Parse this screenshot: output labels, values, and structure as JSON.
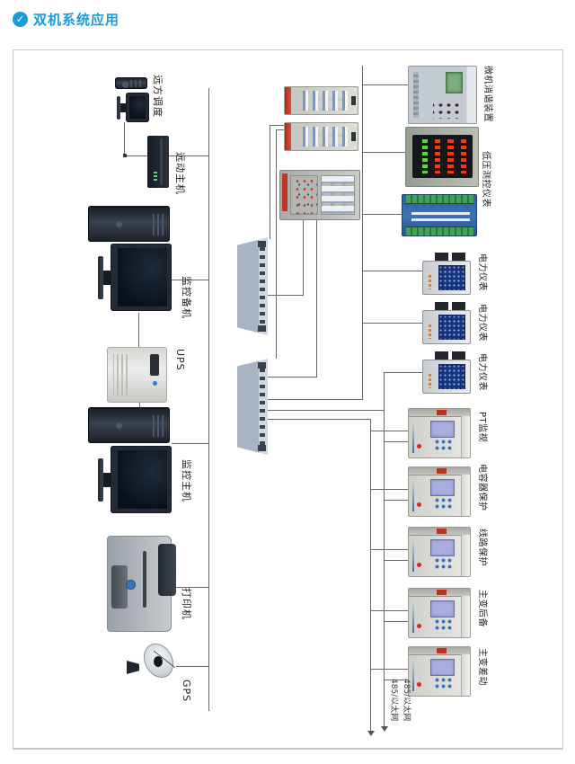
{
  "header": {
    "title": "双机系统应用"
  },
  "colors": {
    "accent": "#1b9ad9",
    "wire": "#6a6a6a",
    "panel_red": "#c03020"
  },
  "diagram": {
    "station": {
      "devices": [
        {
          "id": "remote-dispatch",
          "label": "远方调度"
        },
        {
          "id": "telecontrol-host",
          "label": "远动主机"
        },
        {
          "id": "monitor-backup",
          "label": "监控备机"
        },
        {
          "id": "ups",
          "label": "UPS"
        },
        {
          "id": "monitor-host",
          "label": "监控主机"
        },
        {
          "id": "printer",
          "label": "打印机"
        },
        {
          "id": "gps",
          "label": "GPS"
        }
      ]
    },
    "field": {
      "devices": [
        {
          "id": "harmonic-eliminator",
          "label": "微机消谐装置"
        },
        {
          "id": "lv-measure-control",
          "label": "低压测控仪表"
        },
        {
          "id": "power-meter-1",
          "label": "电力仪表"
        },
        {
          "id": "power-meter-2",
          "label": "电力仪表"
        },
        {
          "id": "power-meter-3",
          "label": "电力仪表"
        },
        {
          "id": "pt-monitor",
          "label": "PT监视"
        },
        {
          "id": "capacitor-protection",
          "label": "电容器保护"
        },
        {
          "id": "line-protection",
          "label": "线路保护"
        },
        {
          "id": "transformer-backup",
          "label": "主变后备"
        },
        {
          "id": "transformer-differential",
          "label": "主变差动"
        }
      ]
    },
    "buses": [
      {
        "label": "485/以太网"
      },
      {
        "label": "485/以太网"
      }
    ]
  }
}
